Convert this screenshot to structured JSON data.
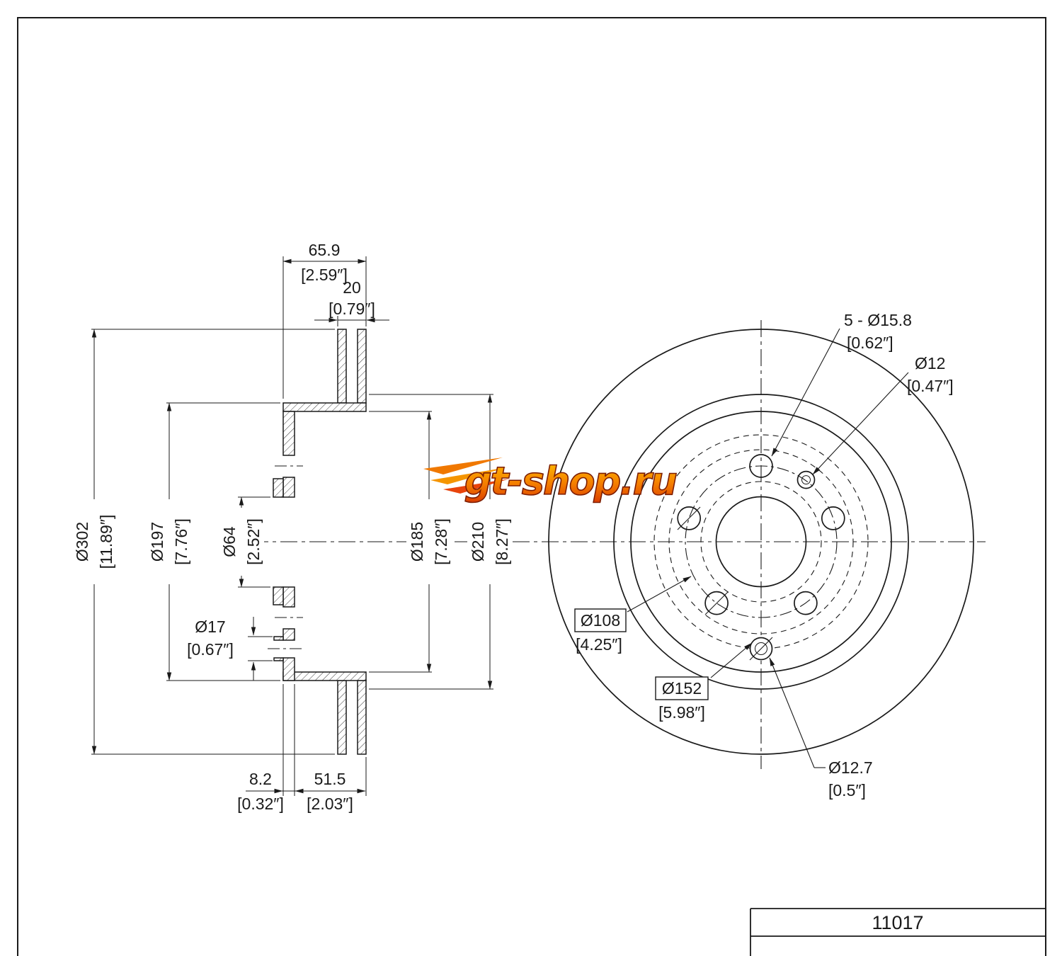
{
  "watermark": {
    "text": "gt-shop.ru"
  },
  "title_block": {
    "part_number": "11017"
  },
  "section_view": {
    "overall_width": {
      "value": "65.9",
      "inches": "[2.59″]"
    },
    "disc_thickness": {
      "value": "20",
      "inches": "[0.79″]"
    },
    "outer_dia": {
      "value": "Ø302",
      "inches": "[11.89″]"
    },
    "hat_dia": {
      "value": "Ø197",
      "inches": "[7.76″]"
    },
    "bore_dia": {
      "value": "Ø64",
      "inches": "[2.52″]"
    },
    "screw_boss_dia": {
      "value": "Ø17",
      "inches": "[0.67″]"
    },
    "hat_inner_dia": {
      "value": "Ø185",
      "inches": "[7.28″]"
    },
    "ring_inner_dia": {
      "value": "Ø210",
      "inches": "[8.27″]"
    },
    "wall_thickness": {
      "value": "8.2",
      "inches": "[0.32″]"
    },
    "hat_depth": {
      "value": "51.5",
      "inches": "[2.03″]"
    }
  },
  "front_view": {
    "lug_holes": {
      "value": "5 - Ø15.8",
      "inches": "[0.62″]"
    },
    "pin_hole": {
      "value": "Ø12",
      "inches": "[0.47″]"
    },
    "bolt_circle": {
      "value": "Ø108",
      "inches": "[4.25″]"
    },
    "screw_circle": {
      "value": "Ø152",
      "inches": "[5.98″]"
    },
    "set_screw": {
      "value": "Ø12.7",
      "inches": "[0.5″]"
    }
  }
}
